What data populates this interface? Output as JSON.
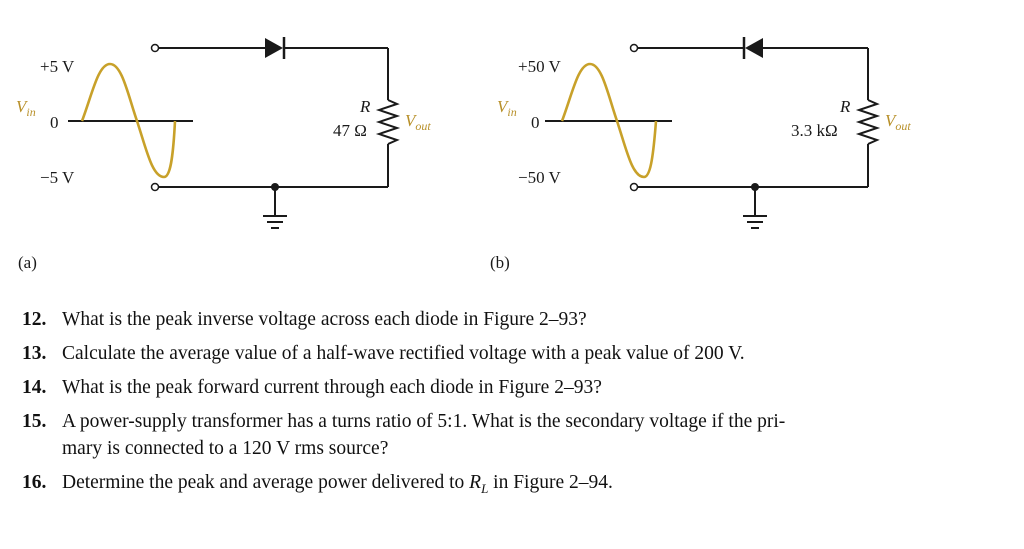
{
  "figure_a": {
    "pos_peak": "+5 V",
    "zero": "0",
    "neg_peak": "−5 V",
    "vin": "V",
    "vin_sub": "in",
    "r_label": "R",
    "r_value": "47 Ω",
    "vout": "V",
    "vout_sub": "out",
    "caption": "(a)"
  },
  "figure_b": {
    "pos_peak": "+50 V",
    "zero": "0",
    "neg_peak": "−50 V",
    "vin": "V",
    "vin_sub": "in",
    "r_label": "R",
    "r_value": "3.3 kΩ",
    "vout": "V",
    "vout_sub": "out",
    "caption": "(b)"
  },
  "problems": [
    {
      "number": "12.",
      "text": "What is the peak inverse voltage across each diode in Figure 2–93?"
    },
    {
      "number": "13.",
      "text": "Calculate the average value of a half-wave rectified voltage with a peak value of 200 V."
    },
    {
      "number": "14.",
      "text": "What is the peak forward current through each diode in Figure 2–93?"
    },
    {
      "number": "15.",
      "text": "A power-supply transformer has a turns ratio of 5:1. What is the secondary voltage if the pri-",
      "text2": "mary is connected to a 120 V rms source?"
    },
    {
      "number": "16.",
      "text": "Determine the peak and average power delivered to",
      "var": "R",
      "var_sub": "L",
      "text_after": "in Figure 2–94."
    }
  ],
  "colors": {
    "waveform": "#c8a12a",
    "wire": "#1a1a1a"
  }
}
